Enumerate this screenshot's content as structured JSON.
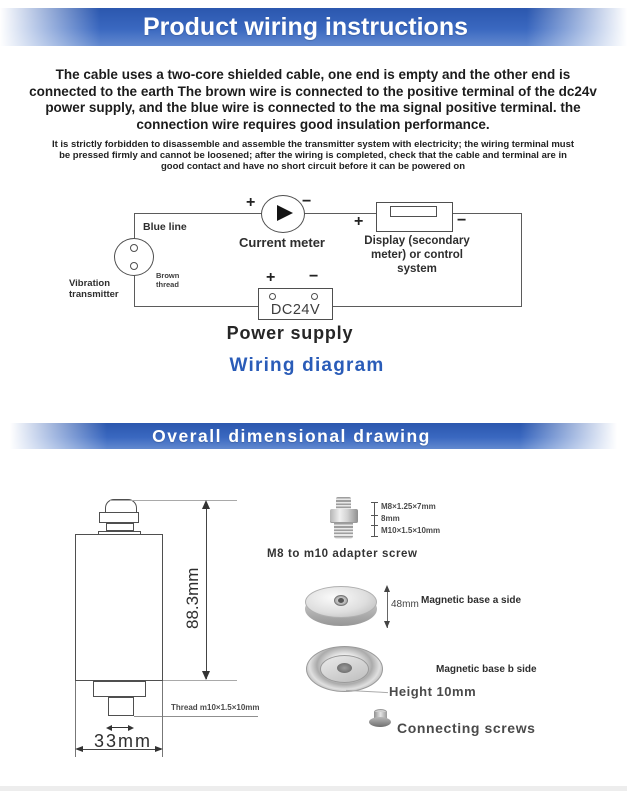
{
  "header": {
    "title": "Product wiring instructions"
  },
  "intro": {
    "main": "The cable uses a two-core shielded cable, one end is empty and the other end is connected to the earth The brown wire is connected to the positive terminal of the dc24v power supply, and the blue wire is connected to the ma signal positive terminal. the connection wire requires good insulation performance.",
    "note": "It is strictly forbidden to disassemble and assemble the transmitter system with electricity; the wiring terminal must be pressed firmly and cannot be loosened; after the wiring is completed, check that the cable and terminal are in good contact and have no short circuit before it can be powered on"
  },
  "wiring": {
    "caption": "Wiring diagram",
    "plus": "+",
    "minus": "−",
    "blue_line": "Blue line",
    "brown_thread": "Brown thread",
    "vibration_transmitter": "Vibration transmitter",
    "current_meter": "Current meter",
    "display_label": "Display (secondary meter) or control system",
    "dc24v": "DC24V",
    "power_supply": "Power supply"
  },
  "dimensional": {
    "title": "Overall dimensional drawing",
    "height": "88.3mm",
    "width": "33mm",
    "thread": "Thread m10×1.5×10mm",
    "adapter": {
      "top": "M8×1.25×7mm",
      "middle": "8mm",
      "bottom": "M10×1.5×10mm",
      "label": "M8 to m10 adapter screw"
    },
    "magnet": {
      "diameter": "48mm",
      "side_a": "Magnetic base a side",
      "side_b": "Magnetic base b side",
      "height": "Height 10mm"
    },
    "screws": "Connecting screws"
  },
  "colors": {
    "banner_blue": "#2e5ab1",
    "banner_blue_light": "#6289cf",
    "caption_blue": "#2a5cb8",
    "line": "#5b5b5b"
  }
}
